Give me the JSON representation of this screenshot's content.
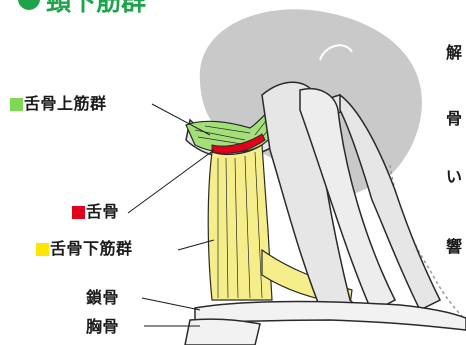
{
  "title": {
    "text": "頸下筋群"
  },
  "labels": {
    "suprahyoid": "舌骨上筋群",
    "hyoid": "舌骨",
    "infrahyoid": "舌骨下筋群",
    "clavicle": "鎖骨",
    "sternum": "胸骨"
  },
  "right_text": [
    "解",
    "骨",
    "い",
    "響"
  ],
  "colors": {
    "suprahyoid": "#7ed957",
    "hyoid": "#e3001b",
    "infrahyoid": "#ffe600",
    "title": "#1fa34a",
    "skin": "#c9c9c9",
    "bone": "#e6e6e6",
    "outline": "#2a2a2a"
  }
}
